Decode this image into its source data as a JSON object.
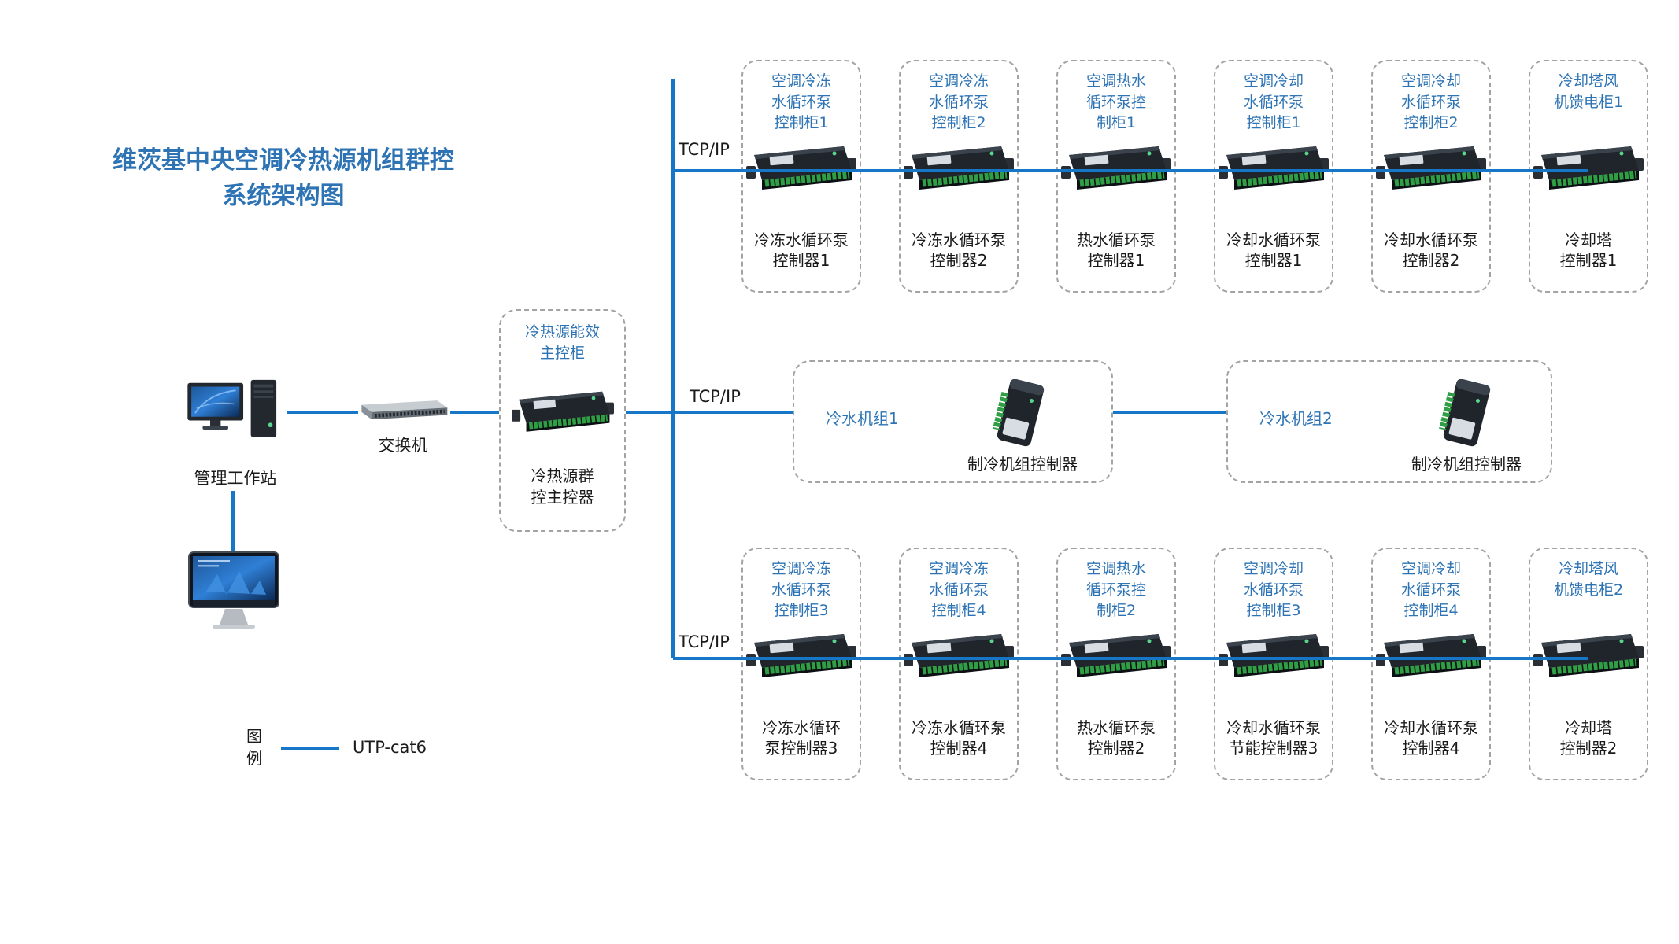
{
  "title": "维茨基中央空调冷热源机组群控\n系统架构图",
  "colors": {
    "title_blue": "#2E74B5",
    "node_title_blue": "#2E74B5",
    "line_blue": "#1677C8",
    "text_black": "#1a1a1a",
    "terminal_green": "#2f9e44"
  },
  "left_section": {
    "workstation_label": "管理工作站",
    "switch_label": "交换机",
    "main_controller": {
      "title": "冷热源能效\n主控柜",
      "label": "冷热源群\n控主控器"
    }
  },
  "bus_labels": [
    "TCP/IP",
    "TCP/IP",
    "TCP/IP"
  ],
  "top_row": [
    {
      "title": "空调冷冻\n水循环泵\n控制柜1",
      "label": "冷冻水循环泵\n控制器1"
    },
    {
      "title": "空调冷冻\n水循环泵\n控制柜2",
      "label": "冷冻水循环泵\n控制器2"
    },
    {
      "title": "空调热水\n循环泵控\n制柜1",
      "label": "热水循环泵\n控制器1"
    },
    {
      "title": "空调冷却\n水循环泵\n控制柜1",
      "label": "冷却水循环泵\n控制器1"
    },
    {
      "title": "空调冷却\n水循环泵\n控制柜2",
      "label": "冷却水循环泵\n控制器2"
    },
    {
      "title": "冷却塔风\n机馈电柜1",
      "label": "冷却塔\n控制器1"
    }
  ],
  "middle_row": [
    {
      "title": "冷水机组1",
      "label": "制冷机组控制器"
    },
    {
      "title": "冷水机组2",
      "label": "制冷机组控制器"
    }
  ],
  "bottom_row": [
    {
      "title": "空调冷冻\n水循环泵\n控制柜3",
      "label": "冷冻水循环\n泵控制器3"
    },
    {
      "title": "空调冷冻\n水循环泵\n控制柜4",
      "label": "冷冻水循环泵\n控制器4"
    },
    {
      "title": "空调热水\n循环泵控\n制柜2",
      "label": "热水循环泵\n控制器2"
    },
    {
      "title": "空调冷却\n水循环泵\n控制柜3",
      "label": "冷却水循环泵\n节能控制器3"
    },
    {
      "title": "空调冷却\n水循环泵\n控制柜4",
      "label": "冷却水循环泵\n控制器4"
    },
    {
      "title": "冷却塔风\n机馈电柜2",
      "label": "冷却塔\n控制器2"
    }
  ],
  "legend": {
    "title": "图\n例",
    "cable_label": "UTP-cat6"
  }
}
